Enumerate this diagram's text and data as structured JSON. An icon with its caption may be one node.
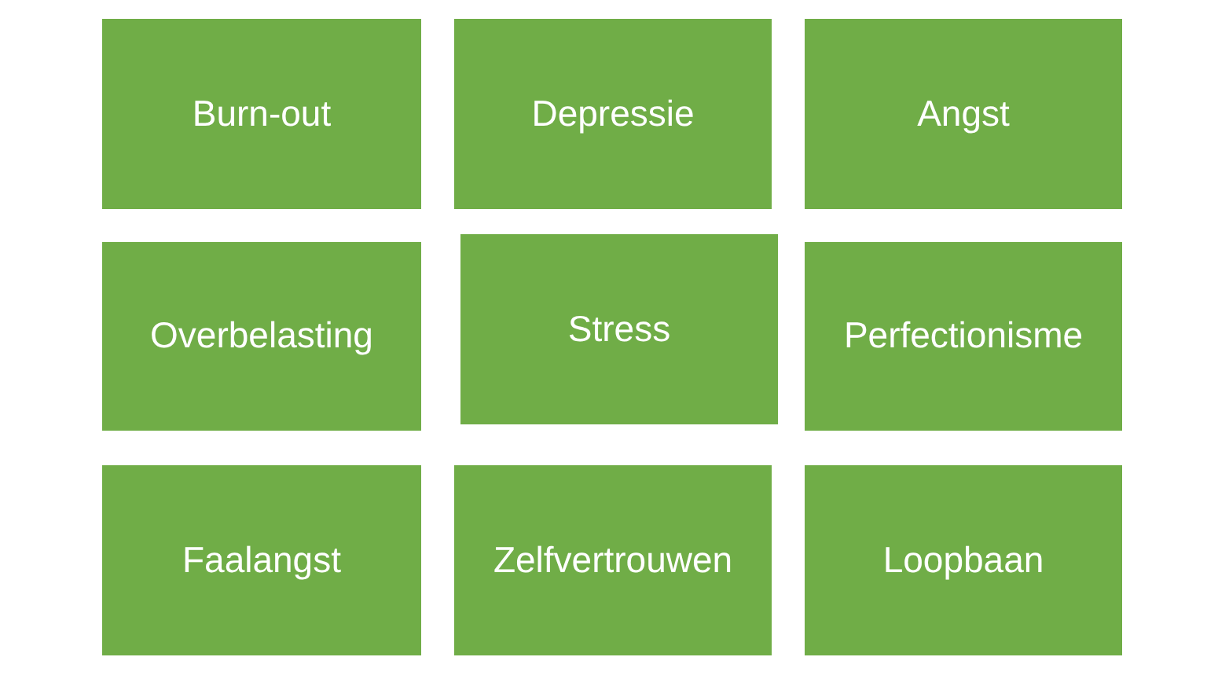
{
  "diagram": {
    "nodes": [
      {
        "text": [
          "Burn-out"
        ]
      },
      {
        "text": [
          "Depressie"
        ]
      },
      {
        "text": [
          "Angst"
        ]
      },
      {
        "text": [
          "Overbelasting"
        ]
      },
      {
        "text": [
          "Stress"
        ]
      },
      {
        "text": [
          "Perfectionisme"
        ]
      },
      {
        "text": [
          "Faalangst"
        ]
      },
      {
        "text": [
          "Zelfvertrouwen"
        ]
      },
      {
        "text": [
          "Loopbaan"
        ]
      }
    ]
  }
}
